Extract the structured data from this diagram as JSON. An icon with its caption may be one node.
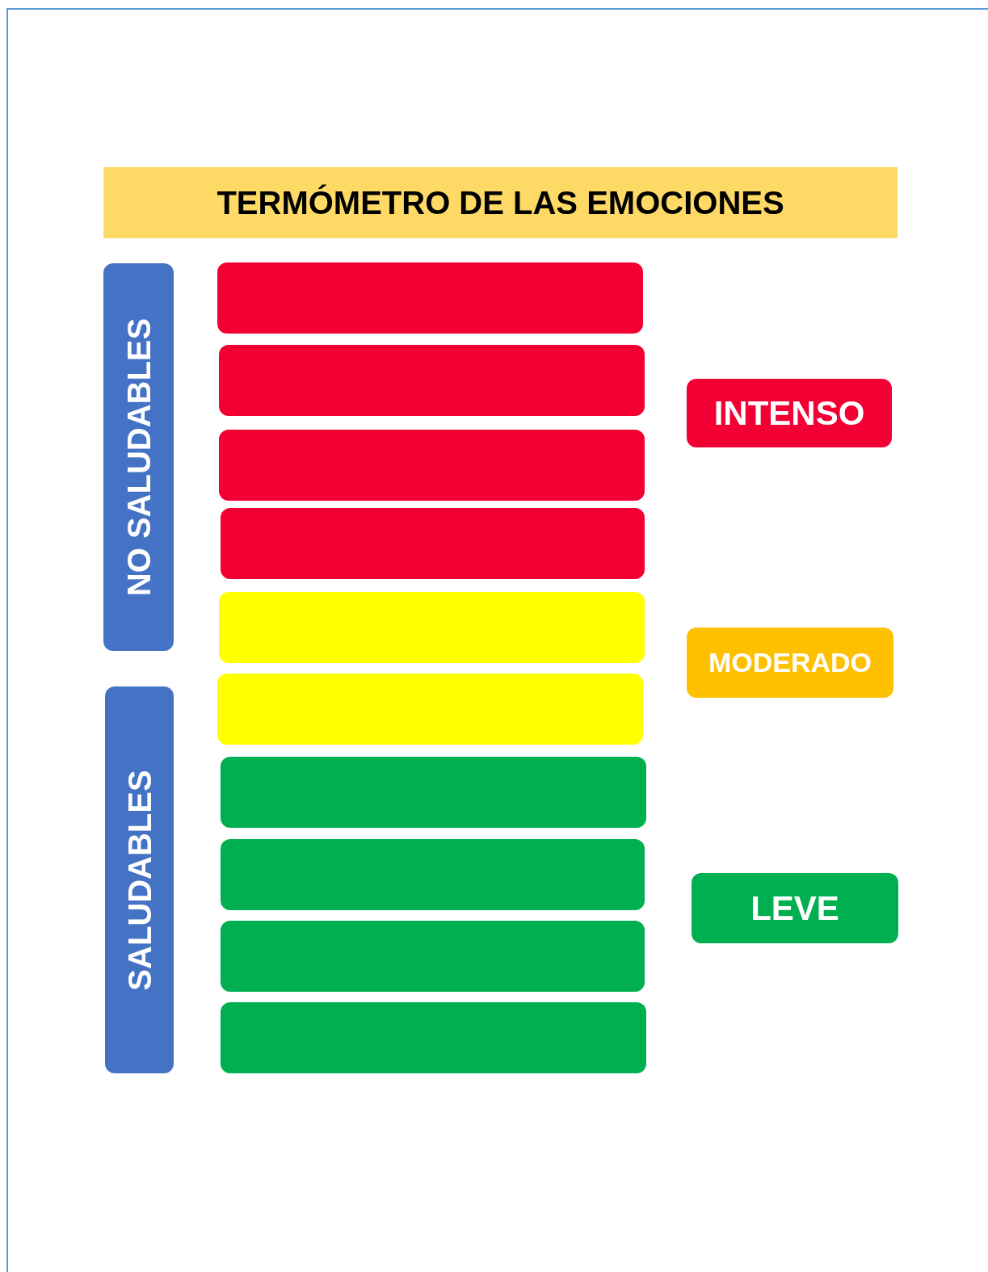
{
  "diagram": {
    "title": "TERMÓMETRO DE LAS EMOCIONES",
    "nodes": [
      {
        "text": [
          "NO SALUDABLES"
        ]
      },
      {
        "text": [
          "SALUDABLES"
        ]
      },
      {
        "text": [],
        "shape": "bar"
      },
      {
        "text": [],
        "shape": "bar"
      },
      {
        "text": [],
        "shape": "bar"
      },
      {
        "text": [],
        "shape": "bar"
      },
      {
        "text": [],
        "shape": "bar"
      },
      {
        "text": [],
        "shape": "bar"
      },
      {
        "text": [],
        "shape": "bar"
      },
      {
        "text": [],
        "shape": "bar"
      },
      {
        "text": [],
        "shape": "bar"
      },
      {
        "text": [],
        "shape": "bar"
      },
      {
        "text": [
          "INTENSO"
        ]
      },
      {
        "text": [
          "MODERADO"
        ]
      },
      {
        "text": [
          "LEVE"
        ]
      }
    ]
  }
}
